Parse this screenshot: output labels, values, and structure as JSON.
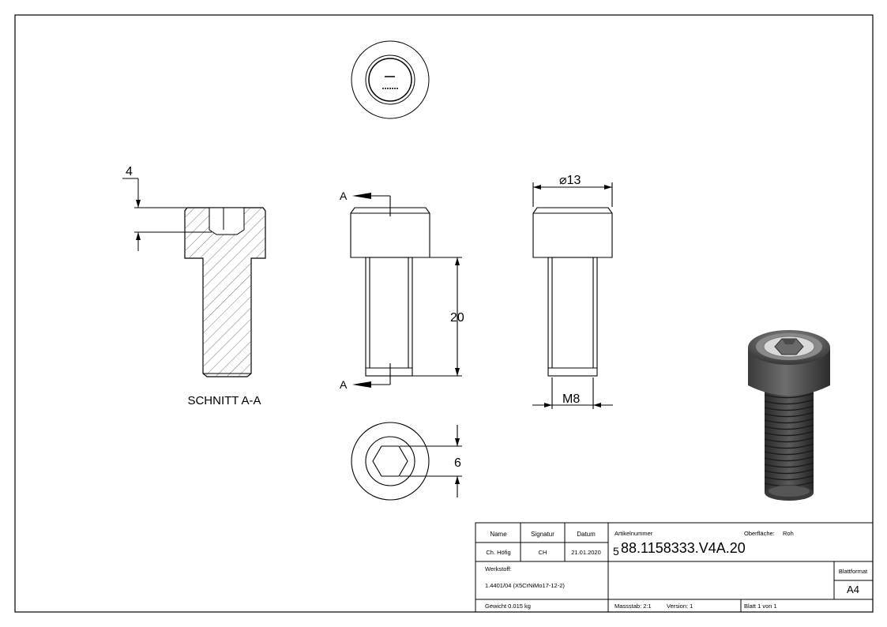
{
  "section": {
    "label": "SCHNITT A-A",
    "arrow_label": "A"
  },
  "dimensions": {
    "head_depth": "4",
    "head_diameter": "⌀13",
    "shaft_length": "20",
    "thread": "M8",
    "hex_size": "6"
  },
  "title_block": {
    "headers": {
      "name": "Name",
      "signature": "Signatur",
      "date": "Datum"
    },
    "values": {
      "name": "Ch. Höfig",
      "signature": "CH",
      "date": "21.01.2020"
    },
    "article_label": "Artikelnummer",
    "article_number": "88.1158333.V4A.20",
    "article_prefix": "5",
    "surface_label": "Oberfläche:",
    "surface_value": "Roh",
    "material_label": "Werkstoff:",
    "material_value": "1.4401/04 (X5CrNiMo17-12-2)",
    "format_label": "Blattformat",
    "format_value": "A4",
    "weight": "Gewicht 0.015 kg",
    "scale": "Massstab: 2:1",
    "version": "Version: 1",
    "sheet": "Blatt 1 von 1"
  }
}
